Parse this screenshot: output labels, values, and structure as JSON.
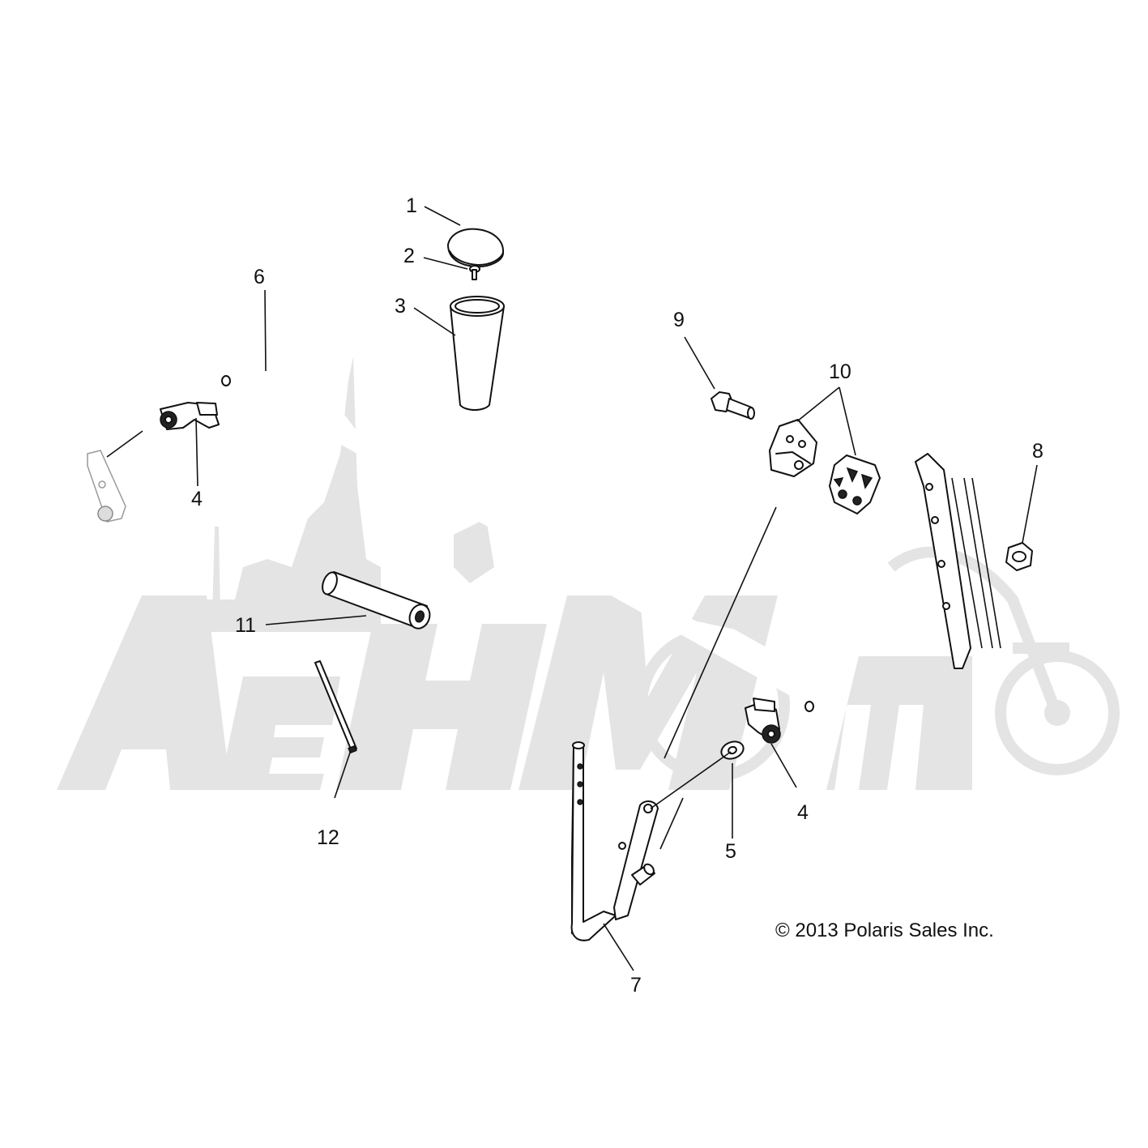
{
  "copyright": "© 2013 Polaris Sales Inc.",
  "watermark": {
    "text": "АениМото",
    "color": "#e4e4e4"
  },
  "callouts": {
    "c1": "1",
    "c2": "2",
    "c3": "3",
    "c4a": "4",
    "c4b": "4",
    "c5": "5",
    "c6": "6",
    "c7": "7",
    "c8": "8",
    "c9": "9",
    "c10": "10",
    "c11": "11",
    "c12": "12"
  },
  "colors": {
    "line": "#111111",
    "background": "#ffffff",
    "watermark": "#e4e4e4"
  }
}
